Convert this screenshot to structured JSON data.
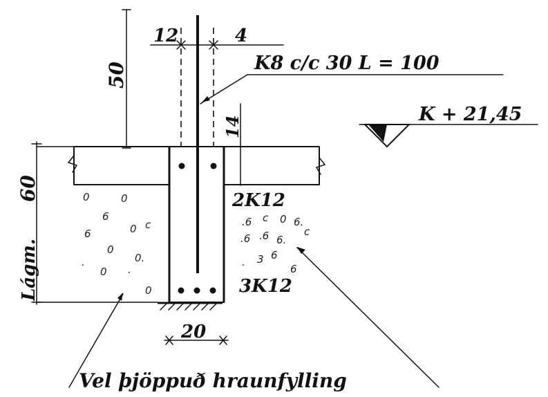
{
  "drawing": {
    "dimensions": {
      "rebar_offset_left": "12",
      "rebar_offset_right": "4",
      "rebar_height": "50",
      "foundation_depth": "14",
      "footing_depth": "60",
      "footing_width": "20"
    },
    "labels": {
      "dowel_spec": "K8 c/c 30  L = 100",
      "elevation": "K + 21,45",
      "top_bars": "2K12",
      "bottom_bars": "3K12",
      "depth_prefix": "Lágm.",
      "fill_note": "Vel þjöppuð hraunfylling"
    }
  }
}
